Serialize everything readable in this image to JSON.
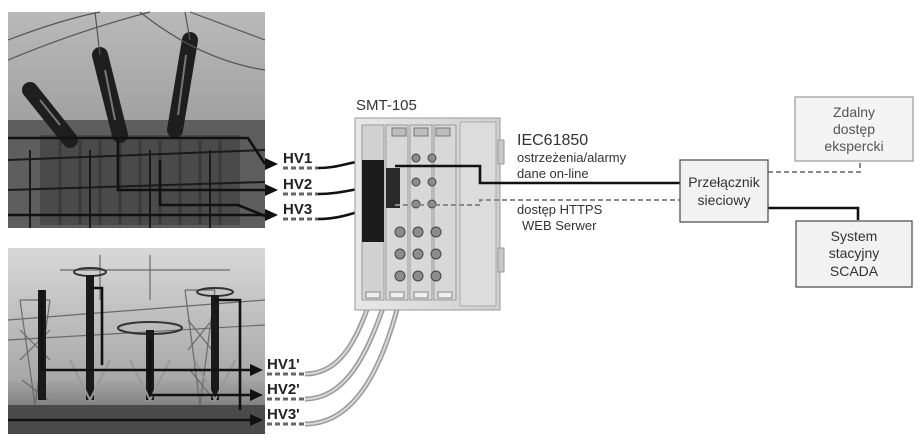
{
  "device": {
    "model": "SMT-105"
  },
  "protocol": {
    "standard": "IEC61850",
    "line1": "ostrzeżenia/alarmy",
    "line2": "dane on-line"
  },
  "web_access": {
    "line1": "dostęp HTTPS",
    "line2": "WEB Serwer"
  },
  "switch_box": {
    "line1": "Przełącznik",
    "line2": "sieciowy"
  },
  "remote_box": {
    "line1": "Zdalny",
    "line2": "dostęp",
    "line3": "ekspercki"
  },
  "scada_box": {
    "line1": "System",
    "line2": "stacyjny",
    "line3": "SCADA"
  },
  "hv_labels": {
    "top": [
      "HV1",
      "HV2",
      "HV3"
    ],
    "bottom": [
      "HV1'",
      "HV2'",
      "HV3'"
    ]
  },
  "photos": {
    "top": "transformer-bushings-photo",
    "bottom": "substation-bushings-photo"
  },
  "colors": {
    "line": "#111111",
    "dashed_line": "#888888",
    "box_dark_border": "#555555",
    "box_light_border": "#999999",
    "box_fill": "#f2f2f2"
  }
}
